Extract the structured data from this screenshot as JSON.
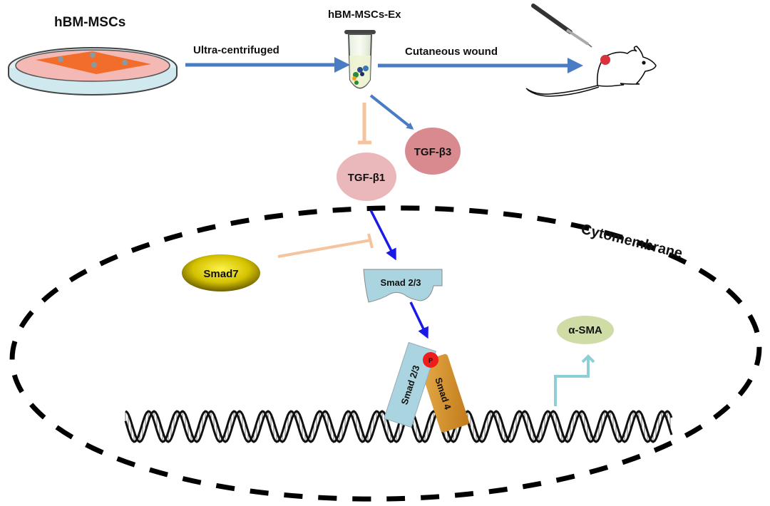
{
  "title": "hBM-MSCs-Ex regulates TGF-β/Smad signaling in cutaneous wound",
  "nodes": {
    "source_cells": "hBM-MSCs",
    "exosomes": "hBM-MSCs-Ex",
    "tgf_b1": "TGF-β1",
    "tgf_b3": "TGF-β3",
    "smad7": "Smad7",
    "smad23": "Smad 2/3",
    "smad23_bound": "Smad 2/3",
    "smad4": "Smad 4",
    "phospho": "P",
    "asma": "α-SMA"
  },
  "edges": {
    "to_exosomes": "Ultra-centrifuged",
    "to_wound": "Cutaneous wound"
  },
  "compartments": {
    "membrane": "Cytomembrane"
  },
  "colors": {
    "activation_arrow": "#4a7cc4",
    "signal_arrow": "#1a1ae6",
    "inhibition": "#f5c39e",
    "transcription_arrow": "#8ecfd6",
    "tgf_b1": "#eab8bb",
    "tgf_b3": "#d98a8f",
    "smad7": "#d4c200",
    "smad23": "#a9d4e0",
    "smad4": "#d9962e",
    "asma": "#cfdca6",
    "phospho": "#ee1c1c",
    "dish_medium": "#f4b9b5",
    "cells": "#f26d2b"
  }
}
